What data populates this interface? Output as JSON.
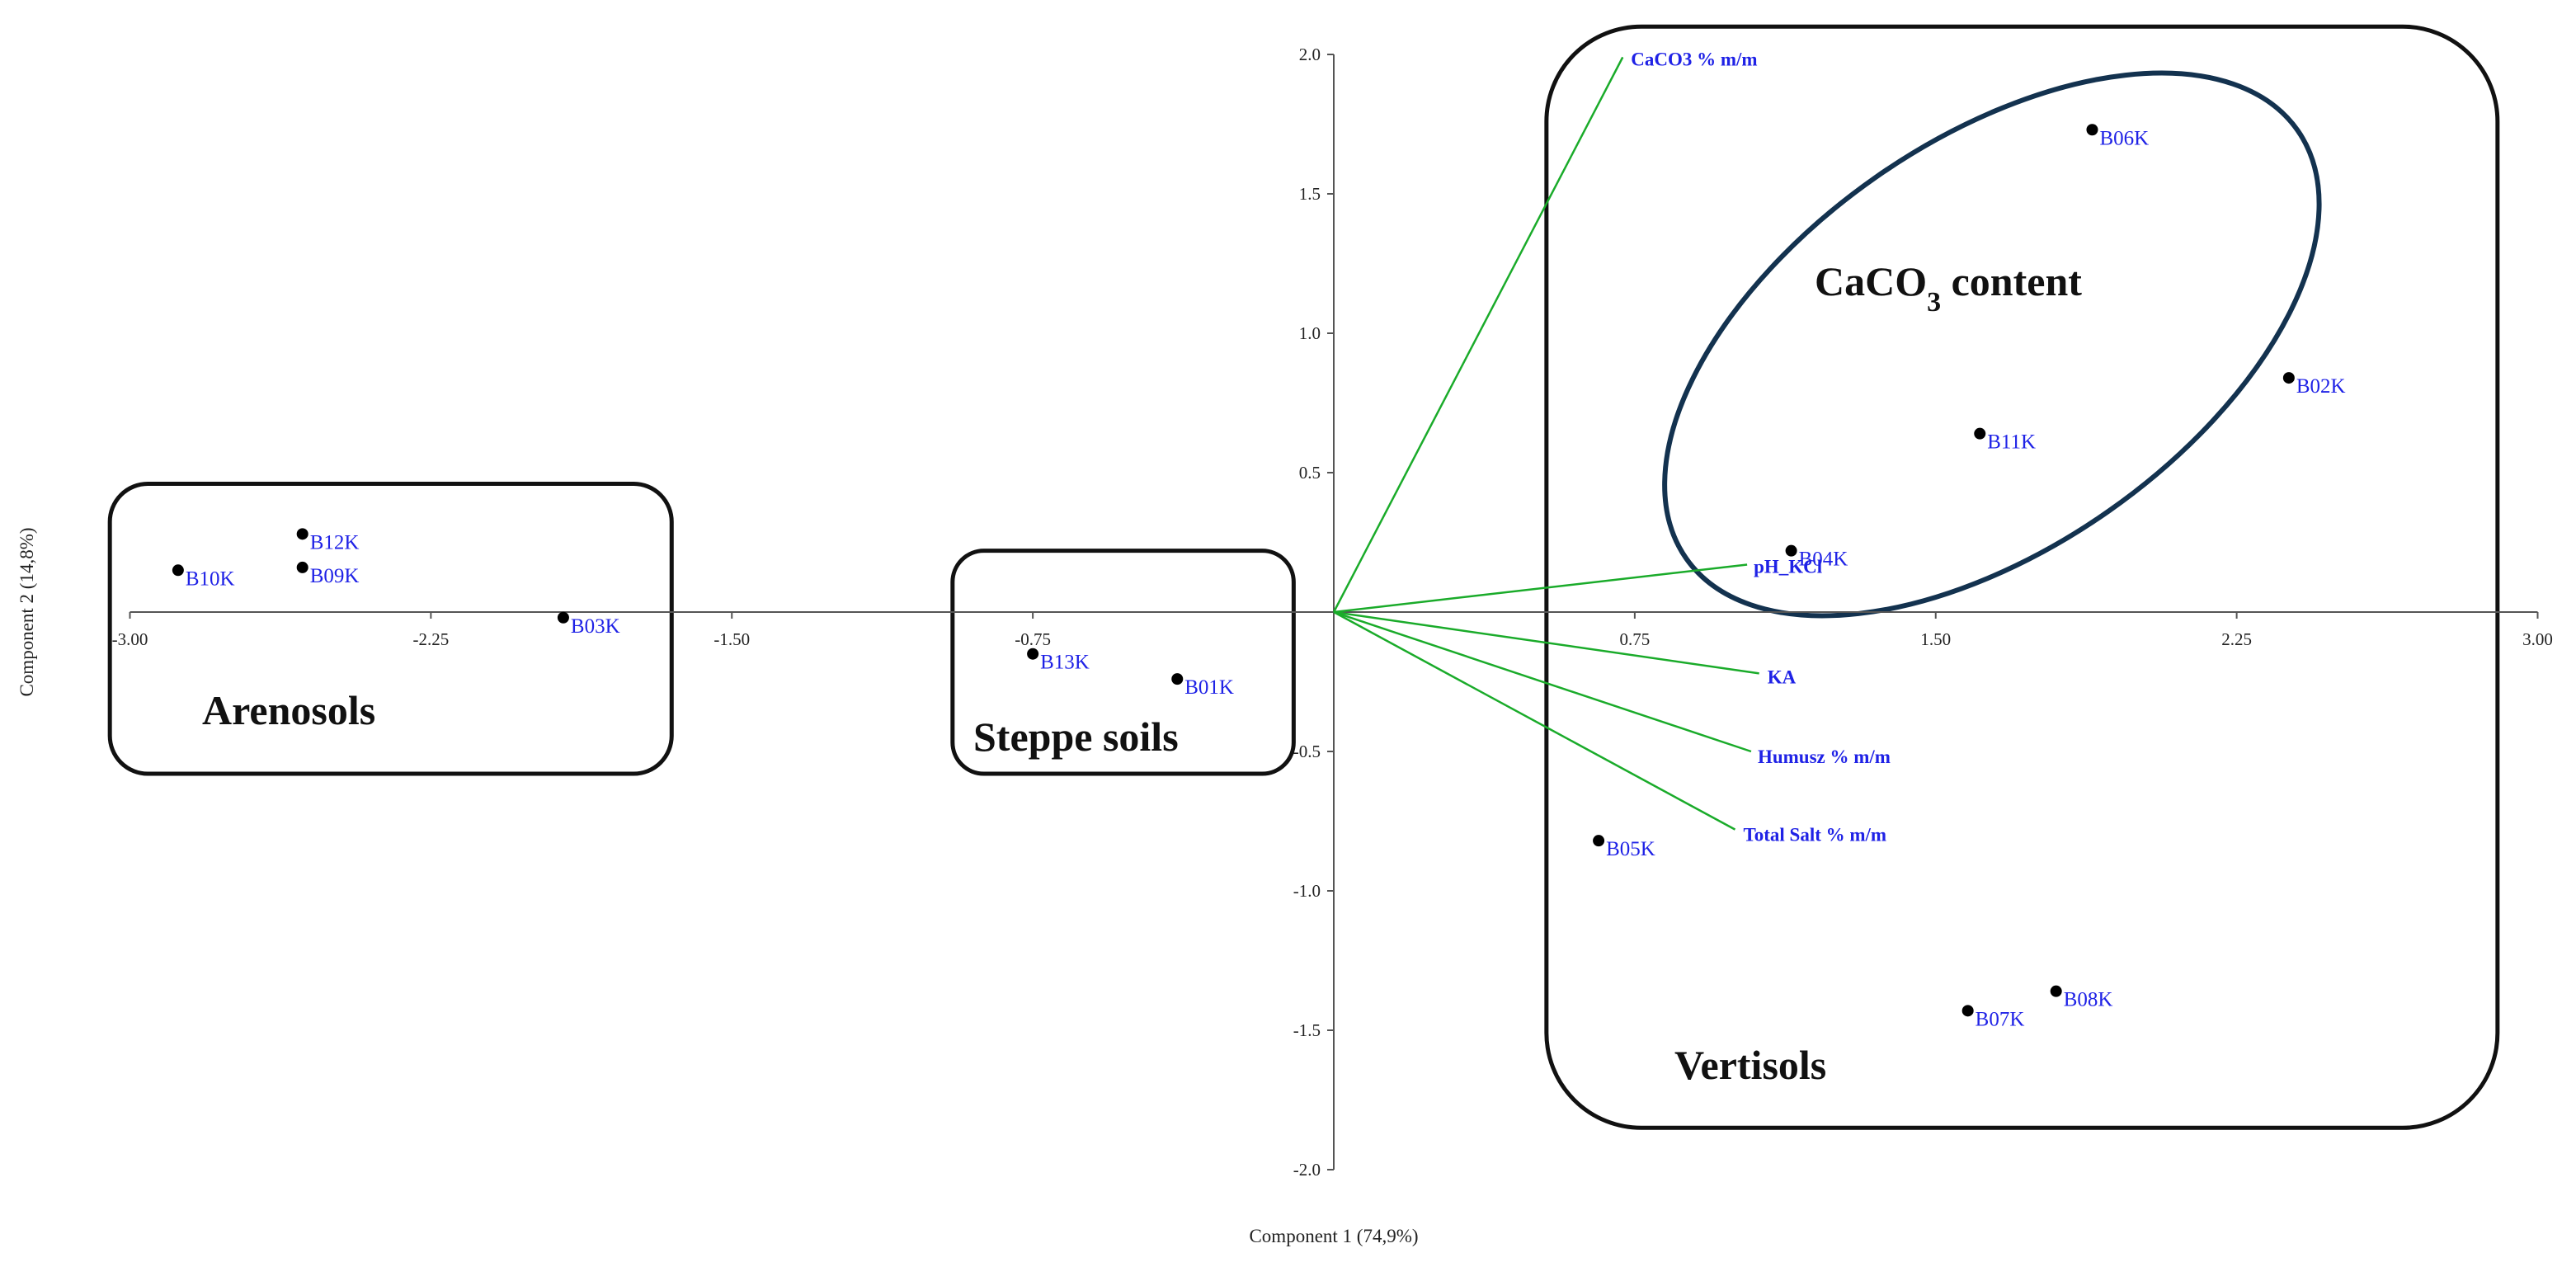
{
  "chart_data": {
    "type": "scatter",
    "title": "",
    "xlabel": "Component 1 (74,9%)",
    "ylabel": "Component 2 (14,8%)",
    "xlim": [
      -3.0,
      3.0
    ],
    "ylim": [
      -2.0,
      2.0
    ],
    "x_ticks": [
      "-3.00",
      "-2.25",
      "-1.50",
      "-0.75",
      "0.75",
      "1.50",
      "2.25",
      "3.00"
    ],
    "y_ticks": [
      "2.0",
      "1.5",
      "1.0",
      "0.5",
      "-0.5",
      "-1.0",
      "-1.5",
      "-2.0"
    ],
    "grid": false,
    "points": [
      {
        "label": "B10K",
        "x": -2.88,
        "y": 0.15
      },
      {
        "label": "B12K",
        "x": -2.57,
        "y": 0.28
      },
      {
        "label": "B09K",
        "x": -2.57,
        "y": 0.16
      },
      {
        "label": "B03K",
        "x": -1.92,
        "y": -0.02
      },
      {
        "label": "B13K",
        "x": -0.75,
        "y": -0.15
      },
      {
        "label": "B01K",
        "x": -0.39,
        "y": -0.24
      },
      {
        "label": "B04K",
        "x": 1.14,
        "y": 0.22
      },
      {
        "label": "B11K",
        "x": 1.61,
        "y": 0.64
      },
      {
        "label": "B06K",
        "x": 1.89,
        "y": 1.73
      },
      {
        "label": "B02K",
        "x": 2.38,
        "y": 0.84
      },
      {
        "label": "B05K",
        "x": 0.66,
        "y": -0.82
      },
      {
        "label": "B07K",
        "x": 1.58,
        "y": -1.43
      },
      {
        "label": "B08K",
        "x": 1.8,
        "y": -1.36
      }
    ],
    "loadings": [
      {
        "label": "CaCO3 % m/m",
        "x": 0.72,
        "y": 1.99
      },
      {
        "label": "pH_KCl",
        "x": 1.03,
        "y": 0.17
      },
      {
        "label": "KA",
        "x": 1.06,
        "y": -0.22
      },
      {
        "label": "Humusz % m/m",
        "x": 1.04,
        "y": -0.5
      },
      {
        "label": "Total Salt % m/m",
        "x": 1.0,
        "y": -0.78
      }
    ],
    "groups": [
      {
        "name": "Arenosols",
        "x_range": [
          -3.05,
          -1.65
        ],
        "y_range": [
          -0.58,
          0.46
        ]
      },
      {
        "name": "Steppe soils",
        "x_range": [
          -0.95,
          -0.1
        ],
        "y_range": [
          -0.58,
          0.22
        ]
      },
      {
        "name": "Vertisols",
        "x_range": [
          0.53,
          2.9
        ],
        "y_range": [
          -1.85,
          2.1
        ]
      }
    ],
    "ellipse": {
      "name": "CaCO3 content",
      "center": [
        1.64,
        0.96
      ],
      "rx": 0.93,
      "ry": 0.73,
      "rotation_deg": -35
    }
  }
}
